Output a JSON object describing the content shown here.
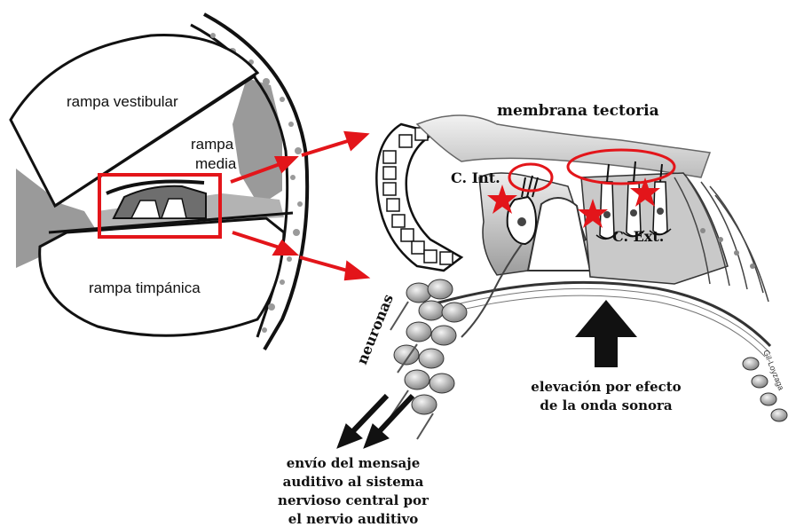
{
  "labels": {
    "rampa_vestibular": "rampa vestibular",
    "rampa_media_1": "rampa",
    "rampa_media_2": "media",
    "rampa_timpanica": "rampa timpánica",
    "membrana_tectoria": "membrana tectoria",
    "c_int": "C. Int.",
    "c_ext": "C. Ext.",
    "neuronas": "neuronas",
    "elevacion_1": "elevación por efecto",
    "elevacion_2": "de la onda sonora",
    "envio_1": "envío del mensaje",
    "envio_2": "auditivo al sistema",
    "envio_3": "nervioso central por",
    "envio_4": "el nervio auditivo",
    "signature": "Gil-Loyzaga"
  },
  "colors": {
    "highlight": "#e3151a",
    "gray_fill": "#9a9a9a",
    "light_gray": "#d9d9d9",
    "ink": "#111111"
  }
}
